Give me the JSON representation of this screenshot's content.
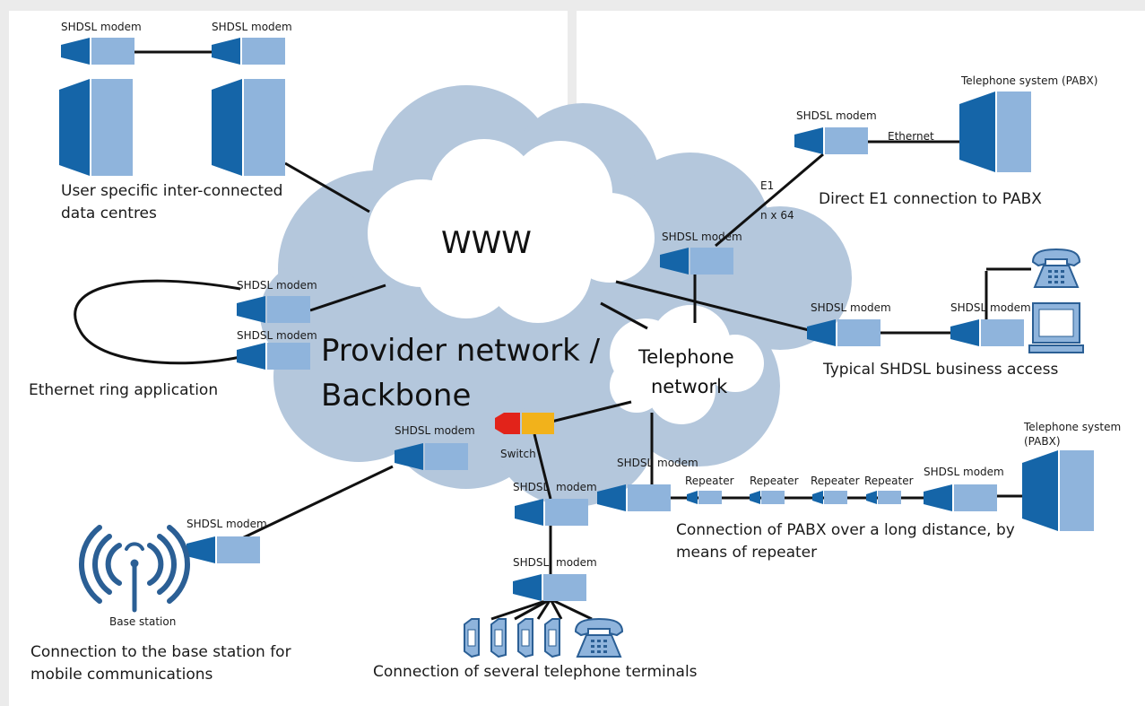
{
  "labels": {
    "modem": "SHDSL modem",
    "modem_split_left": "SHDSL",
    "modem_split_right": "modem",
    "repeater": "Repeater",
    "switch": "Switch",
    "ethernet": "Ethernet",
    "e1": "E1",
    "nx64": "n x 64",
    "pabx_top": "Telephone system (PABX)",
    "pabx_bottom_1": "Telephone system",
    "pabx_bottom_2": "(PABX)",
    "base_station": "Base station"
  },
  "clouds": {
    "www": "WWW",
    "provider_1": "Provider network /",
    "provider_2": "Backbone",
    "telephone_1": "Telephone",
    "telephone_2": "network"
  },
  "captions": {
    "data_centres_1": "User specific inter-connected",
    "data_centres_2": "data centres",
    "direct_e1": "Direct E1 connection to PABX",
    "typical_access": "Typical SHDSL business access",
    "ethernet_ring": "Ethernet ring application",
    "long_distance_1": "Connection of PABX over a long distance, by",
    "long_distance_2": "means of repeater",
    "base_station_1": "Connection to the base station for",
    "base_station_2": "mobile communications",
    "terminals": "Connection of several telephone terminals"
  },
  "colors": {
    "background": "#ebebeb",
    "panel": "#ffffff",
    "cloud_outer": "#b4c7dc",
    "cloud_inner": "#ffffff",
    "device_dark": "#1565a8",
    "device_light": "#8fb4dc",
    "switch_red": "#e2231a",
    "switch_yellow": "#f2b21b"
  },
  "icons": [
    "modem-icon",
    "server-icon",
    "telephone-icon",
    "computer-icon",
    "antenna-icon",
    "switch-icon",
    "repeater-icon"
  ]
}
